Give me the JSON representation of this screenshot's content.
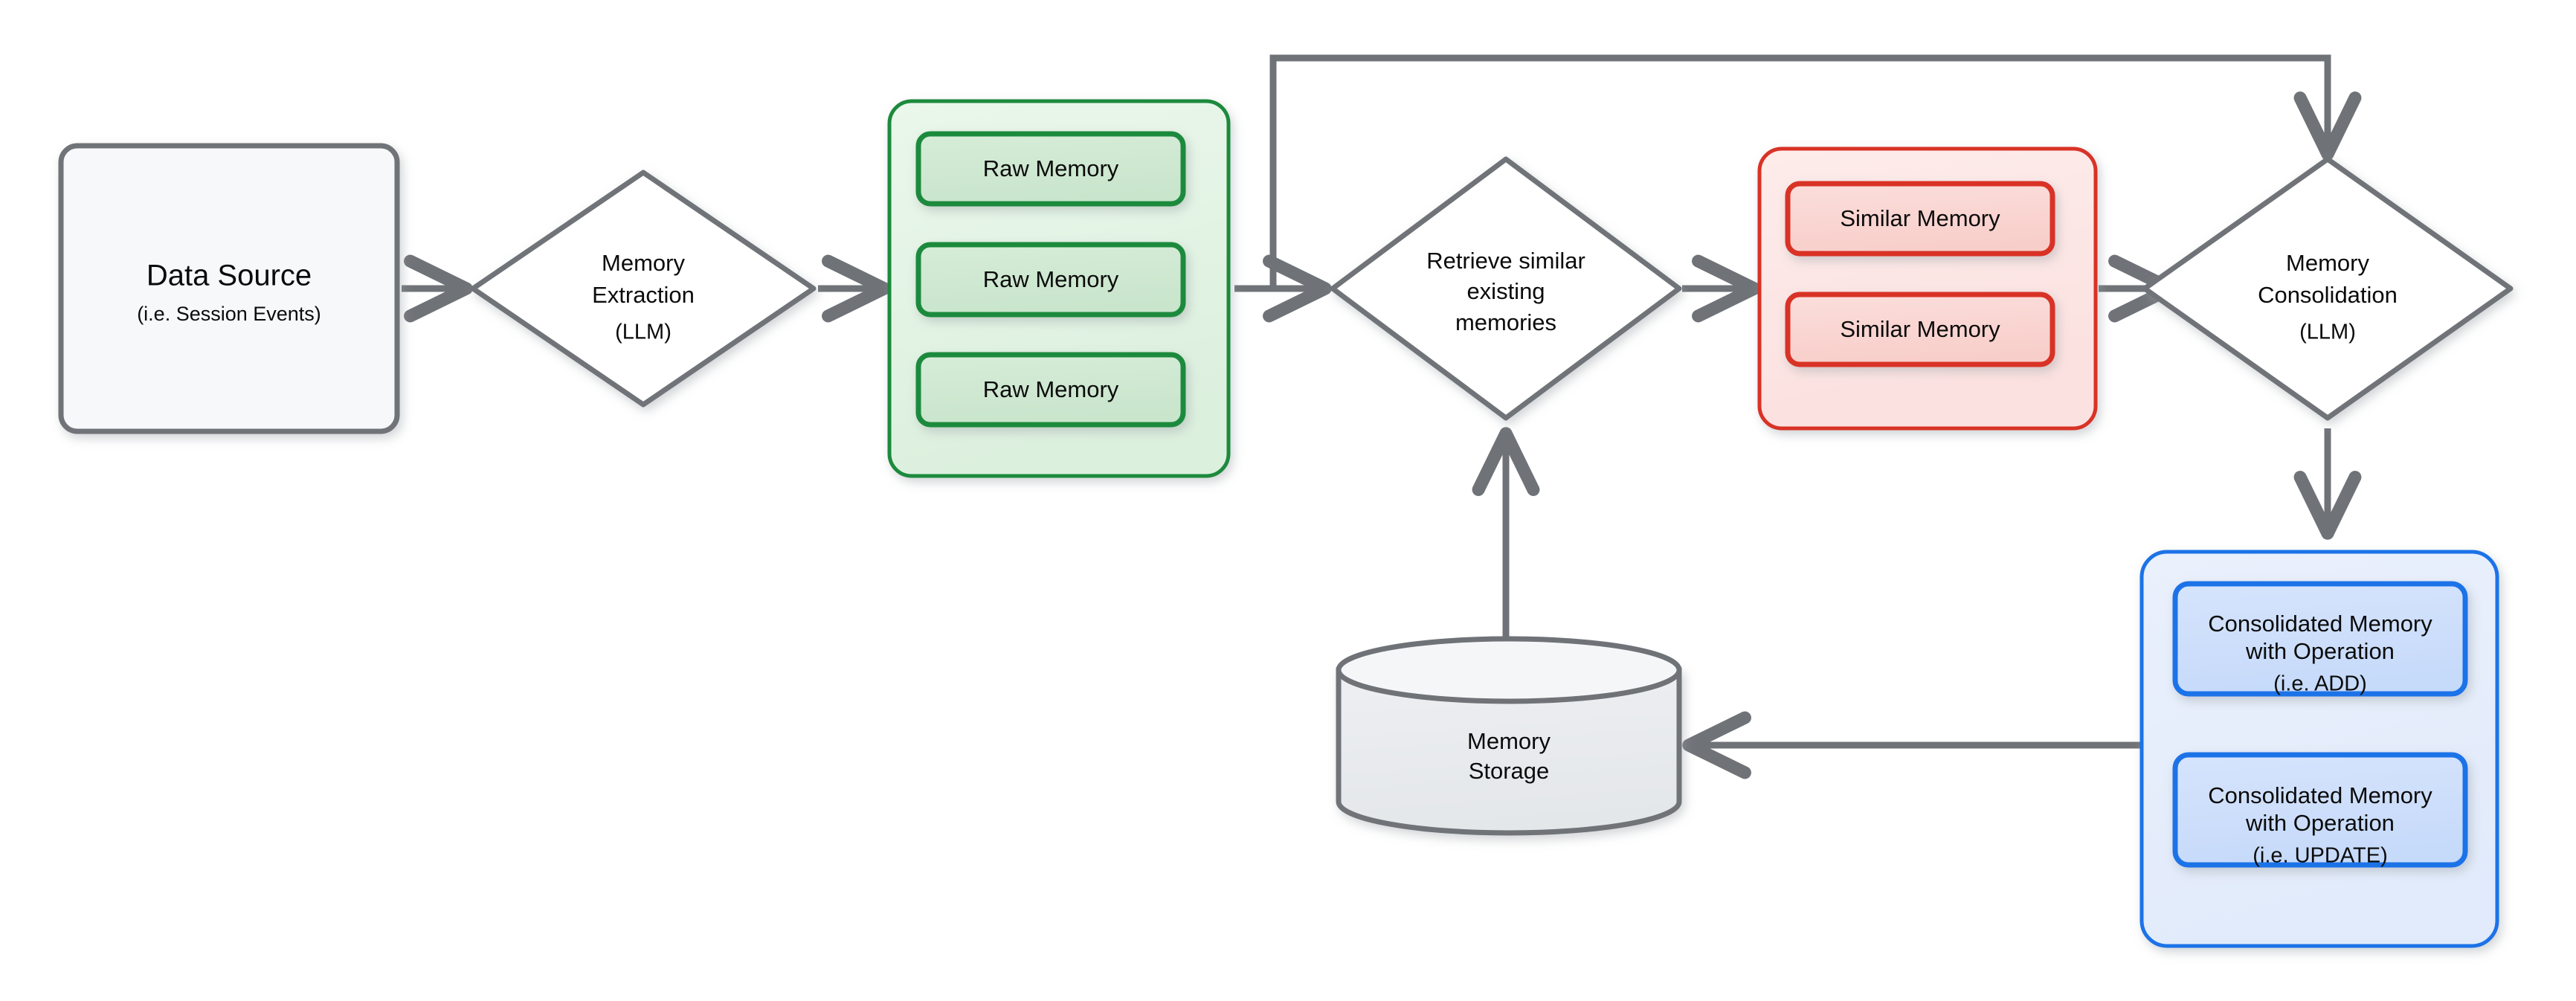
{
  "diagram": {
    "title": "Memory pipeline flow",
    "colors": {
      "stroke_gray": "#6f7378",
      "panel_gray_fill": "#f6f8fa",
      "green_border": "#1e8a3c",
      "green_outer_fill": "#e4f3e5",
      "green_inner_fill": "#cfe8d1",
      "red_border": "#d93025",
      "red_outer_fill": "#fce8e6",
      "red_inner_fill": "#f9d5d2",
      "blue_border": "#1a73e8",
      "blue_outer_fill": "#e8eefb",
      "blue_inner_fill": "#cfe0fb",
      "cylinder_fill": "#e8eaed",
      "cylinder_top_fill": "#f4f6f8",
      "text": "#0b0b0b"
    },
    "nodes": {
      "data_source": {
        "title": "Data Source",
        "subtitle": "(i.e. Session Events)"
      },
      "memory_extraction": {
        "line1": "Memory",
        "line2": "Extraction",
        "subtitle": "(LLM)"
      },
      "raw_memory_group": {
        "items": [
          {
            "label": "Raw Memory"
          },
          {
            "label": "Raw Memory"
          },
          {
            "label": "Raw Memory"
          }
        ]
      },
      "retrieve_similar": {
        "line1": "Retrieve similar",
        "line2": "existing",
        "line3": "memories"
      },
      "similar_memory_group": {
        "items": [
          {
            "label": "Similar Memory"
          },
          {
            "label": "Similar Memory"
          }
        ]
      },
      "memory_consolidation": {
        "line1": "Memory",
        "line2": "Consolidation",
        "subtitle": "(LLM)"
      },
      "consolidated_memory_group": {
        "items": [
          {
            "line1": "Consolidated Memory",
            "line2": "with Operation",
            "subtitle": "(i.e. ADD)"
          },
          {
            "line1": "Consolidated Memory",
            "line2": "with Operation",
            "subtitle": "(i.e. UPDATE)"
          }
        ]
      },
      "memory_storage": {
        "line1": "Memory",
        "line2": "Storage"
      }
    },
    "edges": [
      {
        "name": "data-source-to-memory-extraction",
        "from": "data_source",
        "to": "memory_extraction",
        "label": ""
      },
      {
        "name": "memory-extraction-to-raw-memory-group",
        "from": "memory_extraction",
        "to": "raw_memory_group",
        "label": ""
      },
      {
        "name": "raw-memory-group-to-retrieve-similar",
        "from": "raw_memory_group",
        "to": "retrieve_similar",
        "label": ""
      },
      {
        "name": "raw-memory-group-to-memory-consolidation-feedback",
        "from": "raw_memory_group",
        "to": "memory_consolidation",
        "label": ""
      },
      {
        "name": "retrieve-similar-to-similar-memory-group",
        "from": "retrieve_similar",
        "to": "similar_memory_group",
        "label": ""
      },
      {
        "name": "similar-memory-group-to-memory-consolidation",
        "from": "similar_memory_group",
        "to": "memory_consolidation",
        "label": ""
      },
      {
        "name": "memory-consolidation-to-consolidated-memory-group",
        "from": "memory_consolidation",
        "to": "consolidated_memory_group",
        "label": ""
      },
      {
        "name": "consolidated-memory-group-to-memory-storage",
        "from": "consolidated_memory_group",
        "to": "memory_storage",
        "label": ""
      },
      {
        "name": "memory-storage-to-retrieve-similar",
        "from": "memory_storage",
        "to": "retrieve_similar",
        "label": ""
      }
    ]
  }
}
